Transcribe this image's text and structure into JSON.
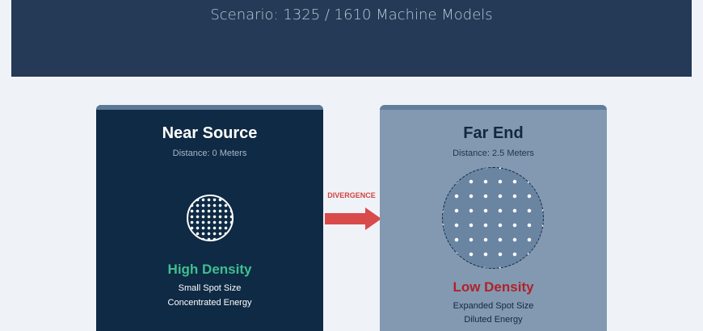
{
  "header": {
    "subtitle": "Scenario: 1325 / 1610 Machine Models"
  },
  "near": {
    "title": "Near Source",
    "distance": "Distance: 0 Meters",
    "density": "High Density",
    "line1": "Small Spot Size",
    "line2": "Concentrated Energy",
    "density_color": "#3fbf8f"
  },
  "far": {
    "title": "Far End",
    "distance": "Distance: 2.5 Meters",
    "density": "Low Density",
    "line1": "Expanded Spot Size",
    "line2": "Diluted Energy",
    "density_color": "#b0222a"
  },
  "arrow": {
    "label": "DIVERGENCE",
    "color": "#d94a4a"
  }
}
